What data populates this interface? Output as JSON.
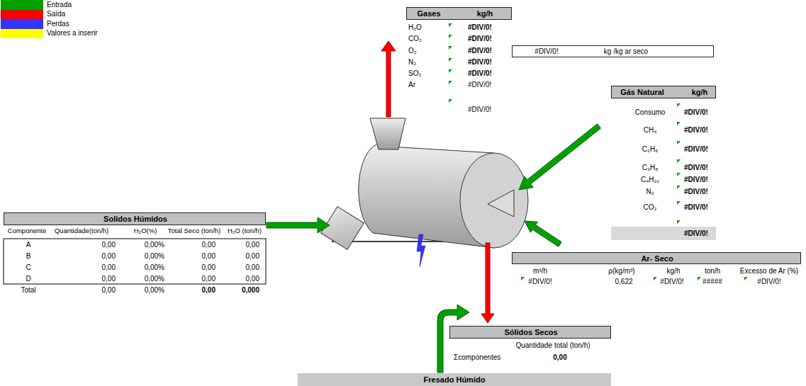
{
  "diagram": {
    "nodes": [
      {
        "text": [
          "Gases",
          "kg/h"
        ]
      },
      {
        "text": [
          "#DIV/0!",
          "kg /kg ar seco"
        ]
      },
      {
        "text": [
          "Gás Natural",
          "kg/h"
        ]
      },
      {
        "text": [
          "Solidos Húmidos"
        ]
      },
      {
        "text": [
          "#DIV/0!"
        ]
      },
      {
        "text": [
          "Ar- Seco"
        ]
      },
      {
        "text": [
          "Sólidos Secos"
        ]
      },
      {
        "text": [
          "Fresado Húmido"
        ]
      }
    ],
    "labels": [
      "H₂O",
      "#DIV/0!",
      "CO₂",
      "#DIV/0!",
      "O₂",
      "#DIV/0!",
      "N₂",
      "#DIV/0!",
      "SO₂",
      "#DIV/0!",
      "Ar",
      "#DIV/0!",
      "#DIV/0!",
      "Consumo",
      "#DIV/0!",
      "CH₄",
      "#DIV/0!",
      "C₂H₆",
      "#DIV/0!",
      "C₃H₈",
      "#DIV/0!",
      "C₄H₁₀",
      "#DIV/0!",
      "N₂",
      "#DIV/0!",
      "CO₂",
      "#DIV/0!",
      "Componente",
      "Quantidade(ton/h)",
      "H₂O(%)",
      "Total Seco (ton/h)",
      "H₂O (ton/h)",
      "A",
      "0,00",
      "0,00%",
      "0,00",
      "0,00",
      "B",
      "0,00",
      "0,00%",
      "0,00",
      "0,00",
      "C",
      "0,00",
      "0,00%",
      "0,00",
      "0,00",
      "D",
      "0,00",
      "0,00%",
      "0,00",
      "0,00",
      "Total",
      "0,00",
      "0,00%",
      "0,00",
      "0,000",
      "m³/h",
      "ρ(kg/m³)",
      "kg/h",
      "ton/h",
      "Excesso de Ar (%)",
      "#DIV/0!",
      "0,622",
      "#DIV/0!",
      "#####",
      "#DIV/0!",
      "Quantidade total (ton/h)",
      "Σcomponentes",
      "0,00"
    ],
    "legend": [
      {
        "text": "Entrada",
        "color": "#00a000"
      },
      {
        "text": "Saída",
        "color": "#ff0000"
      },
      {
        "text": "Perdas",
        "color": "#3333ff"
      },
      {
        "text": "Valores a inserir",
        "color": "#ffff00"
      }
    ]
  }
}
